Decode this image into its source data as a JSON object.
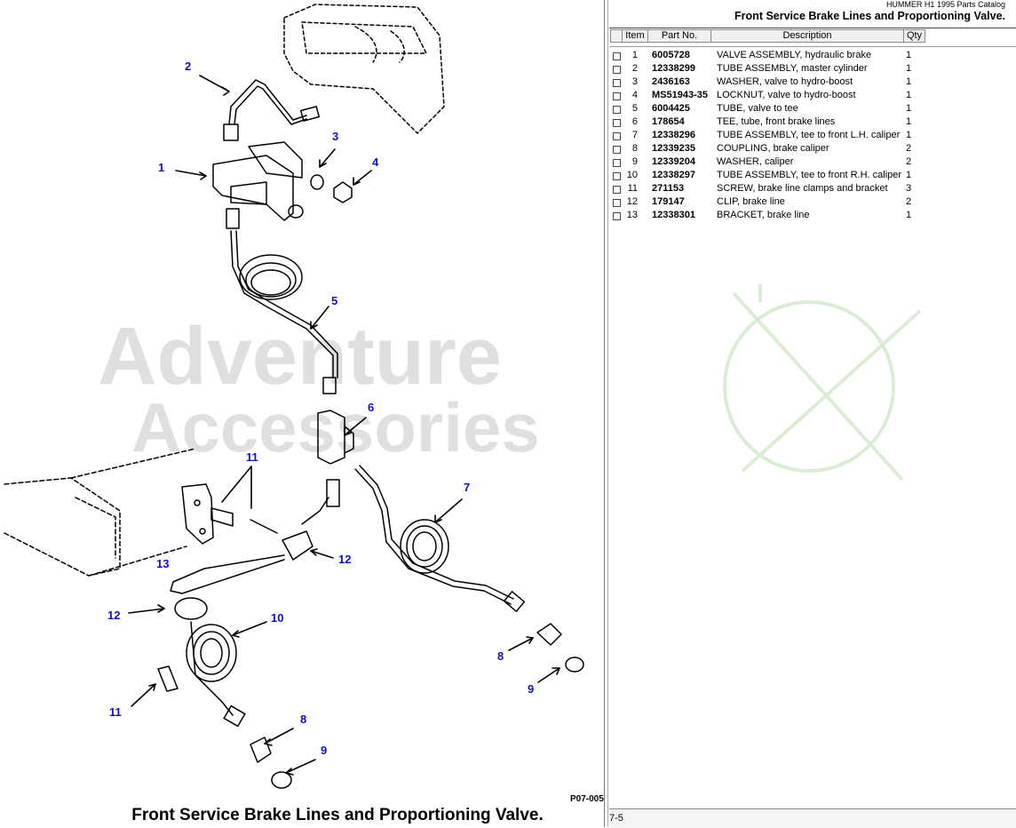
{
  "catalog": {
    "name": "HUMMER H1 1995 Parts Catalog",
    "title": "Front Service Brake Lines and Proportioning Valve."
  },
  "table": {
    "headers": {
      "item": "Item",
      "part_no": "Part No.",
      "description": "Description",
      "qty": "Qty"
    },
    "rows": [
      {
        "item": "1",
        "part_no": "6005728",
        "description": "VALVE ASSEMBLY, hydraulic brake",
        "qty": "1"
      },
      {
        "item": "2",
        "part_no": "12338299",
        "description": "TUBE ASSEMBLY, master cylinder",
        "qty": "1"
      },
      {
        "item": "3",
        "part_no": "2436163",
        "description": "WASHER, valve to hydro-boost",
        "qty": "1"
      },
      {
        "item": "4",
        "part_no": "MS51943-35",
        "description": "LOCKNUT, valve to hydro-boost",
        "qty": "1"
      },
      {
        "item": "5",
        "part_no": "6004425",
        "description": "TUBE, valve to tee",
        "qty": "1"
      },
      {
        "item": "6",
        "part_no": "178654",
        "description": "TEE, tube, front brake lines",
        "qty": "1"
      },
      {
        "item": "7",
        "part_no": "12338296",
        "description": "TUBE ASSEMBLY, tee to front L.H. caliper",
        "qty": "1"
      },
      {
        "item": "8",
        "part_no": "12339235",
        "description": "COUPLING, brake caliper",
        "qty": "2"
      },
      {
        "item": "9",
        "part_no": "12339204",
        "description": "WASHER, caliper",
        "qty": "2"
      },
      {
        "item": "10",
        "part_no": "12338297",
        "description": "TUBE ASSEMBLY, tee to front R.H. caliper",
        "qty": "1"
      },
      {
        "item": "11",
        "part_no": "271153",
        "description": "SCREW, brake line clamps and bracket",
        "qty": "3"
      },
      {
        "item": "12",
        "part_no": "179147",
        "description": "CLIP, brake line",
        "qty": "2"
      },
      {
        "item": "13",
        "part_no": "12338301",
        "description": "BRACKET, brake line",
        "qty": "1"
      }
    ]
  },
  "diagram": {
    "callouts": [
      "2",
      "3",
      "4",
      "1",
      "5",
      "6",
      "7",
      "11",
      "12",
      "13",
      "12",
      "10",
      "8",
      "9",
      "11",
      "8",
      "9"
    ],
    "figure_code": "P07-005",
    "caption": "Front Service Brake Lines and Proportioning Valve."
  },
  "watermark": {
    "line1": "Adventure",
    "line2": "Accessories",
    "color": "#c8c8c8",
    "logo_color": "#cfe6c6"
  },
  "footer": {
    "page": "7-5"
  },
  "colors": {
    "callout": "#1010c8",
    "panel_border": "#777777"
  }
}
